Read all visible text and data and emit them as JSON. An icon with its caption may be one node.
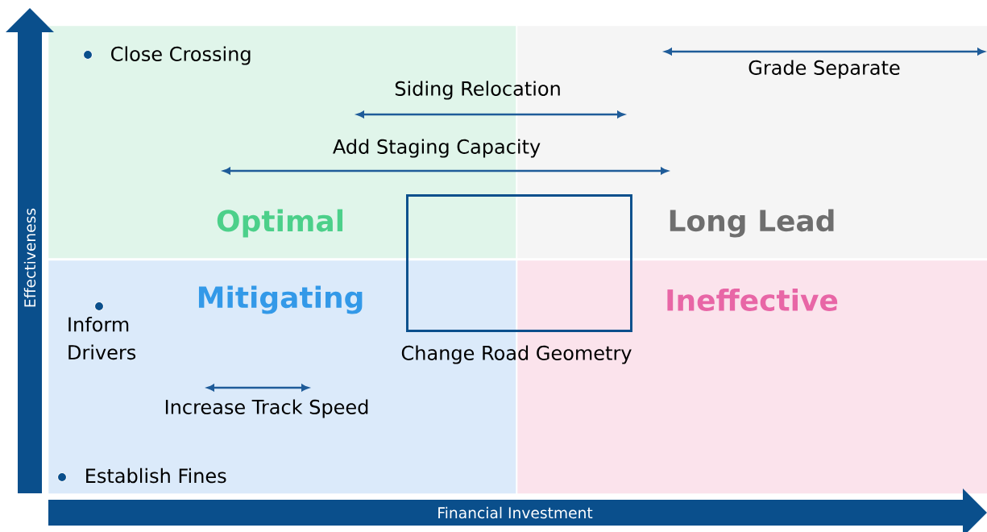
{
  "diagram": {
    "nodes": [
      {
        "text": [
          "Optimal"
        ]
      },
      {
        "text": [
          "Long Lead"
        ]
      },
      {
        "text": [
          "Mitigating"
        ]
      },
      {
        "text": [
          "Ineffective"
        ]
      },
      {
        "text": [
          "Change Road Geometry"
        ]
      }
    ],
    "labels": [
      "Close Crossing",
      "Grade Separate",
      "Siding Relocation",
      "Add Staging Capacity",
      "Inform Drivers",
      "Increase Track Speed",
      "Establish Fines",
      "Effectiveness",
      "Financial Investment"
    ]
  }
}
